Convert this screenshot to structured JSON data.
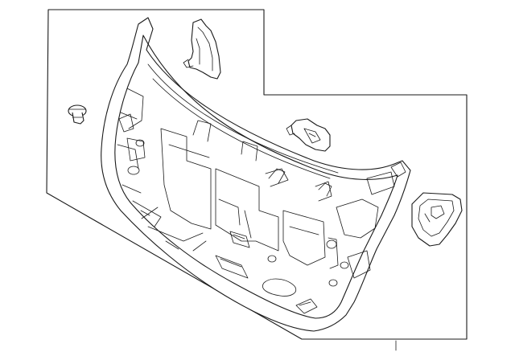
{
  "diagram": {
    "style": "monochrome line-art parts illustration",
    "colors": {
      "line": "#1a1a1a",
      "background": "#ffffff"
    },
    "parts": [
      "liftgate-trim-panel",
      "upper-left-trim-piece",
      "push-pin-clip",
      "handle-bracket",
      "right-corner-trim-piece"
    ]
  }
}
